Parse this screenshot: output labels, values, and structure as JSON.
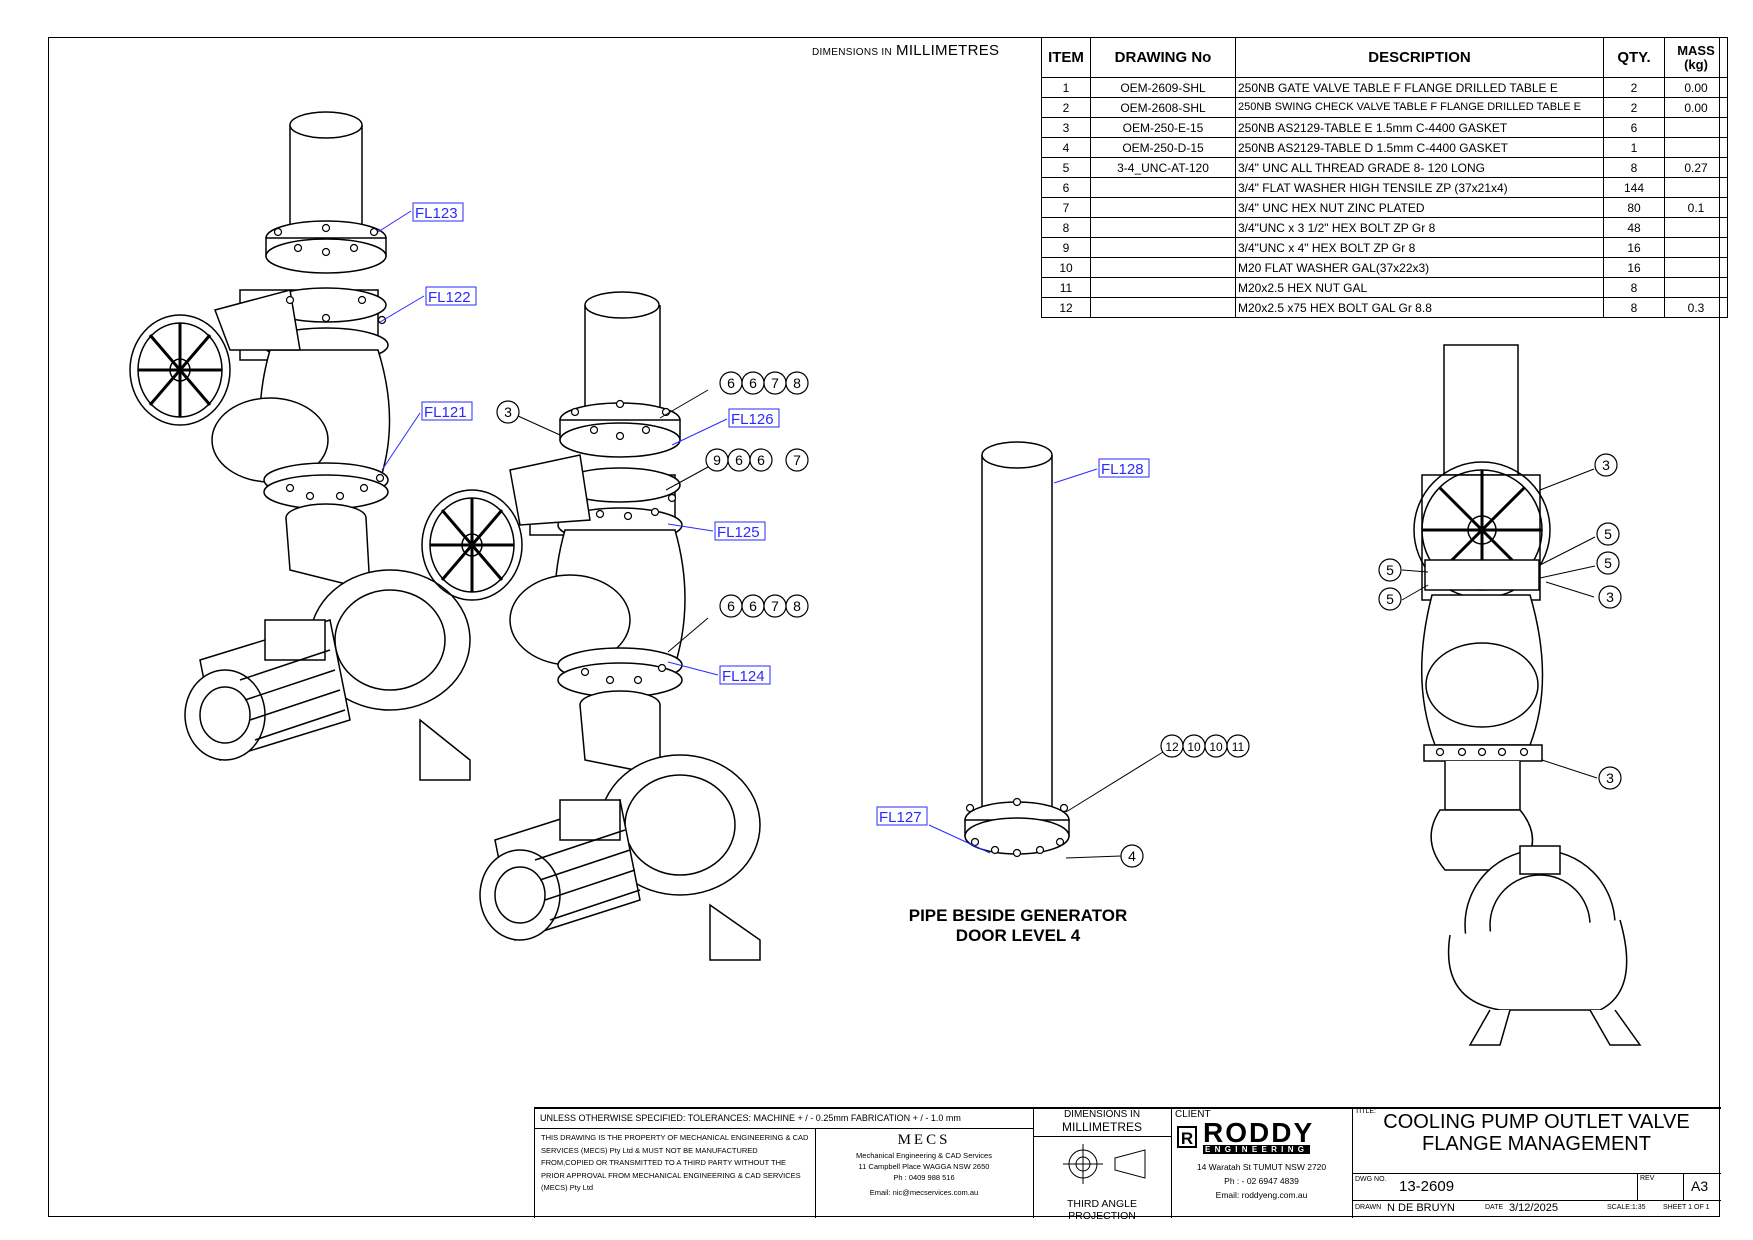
{
  "header": {
    "dims_prefix": "DIMENSIONS IN",
    "dims_unit": "MILLIMETRES"
  },
  "bom": {
    "headers": [
      "ITEM",
      "DRAWING No",
      "DESCRIPTION",
      "QTY.",
      "MASS (kg)"
    ],
    "rows": [
      {
        "item": "1",
        "drawing": "OEM-2609-SHL",
        "description": "250NB GATE VALVE TABLE F FLANGE DRILLED TABLE E",
        "qty": "2",
        "mass": "0.00"
      },
      {
        "item": "2",
        "drawing": "OEM-2608-SHL",
        "description": "250NB SWING CHECK VALVE TABLE F FLANGE DRILLED TABLE E",
        "qty": "2",
        "mass": "0.00"
      },
      {
        "item": "3",
        "drawing": "OEM-250-E-15",
        "description": "250NB AS2129-TABLE E 1.5mm C-4400 GASKET",
        "qty": "6",
        "mass": ""
      },
      {
        "item": "4",
        "drawing": "OEM-250-D-15",
        "description": "250NB AS2129-TABLE D 1.5mm C-4400 GASKET",
        "qty": "1",
        "mass": ""
      },
      {
        "item": "5",
        "drawing": "3-4_UNC-AT-120",
        "description": "3/4\" UNC ALL THREAD GRADE 8- 120 LONG",
        "qty": "8",
        "mass": "0.27"
      },
      {
        "item": "6",
        "drawing": "",
        "description": "3/4\" FLAT WASHER HIGH TENSILE ZP (37x21x4)",
        "qty": "144",
        "mass": ""
      },
      {
        "item": "7",
        "drawing": "",
        "description": "3/4\" UNC HEX NUT ZINC PLATED",
        "qty": "80",
        "mass": "0.1"
      },
      {
        "item": "8",
        "drawing": "",
        "description": "3/4\"UNC x 3 1/2\" HEX BOLT ZP Gr 8",
        "qty": "48",
        "mass": ""
      },
      {
        "item": "9",
        "drawing": "",
        "description": "3/4\"UNC x 4\" HEX BOLT ZP Gr 8",
        "qty": "16",
        "mass": ""
      },
      {
        "item": "10",
        "drawing": "",
        "description": "M20 FLAT WASHER GAL(37x22x3)",
        "qty": "16",
        "mass": ""
      },
      {
        "item": "11",
        "drawing": "",
        "description": "M20x2.5 HEX NUT GAL",
        "qty": "8",
        "mass": ""
      },
      {
        "item": "12",
        "drawing": "",
        "description": "M20x2.5 x75 HEX BOLT GAL Gr 8.8",
        "qty": "8",
        "mass": "0.3"
      }
    ]
  },
  "tags": {
    "fl121": "FL121",
    "fl122": "FL122",
    "fl123": "FL123",
    "fl124": "FL124",
    "fl125": "FL125",
    "fl126": "FL126",
    "fl127": "FL127",
    "fl128": "FL128"
  },
  "balloons": {
    "b3": "3",
    "b4": "4",
    "b5": "5",
    "b6": "6",
    "b7": "7",
    "b8": "8",
    "b9": "9",
    "b10": "10",
    "b11": "11",
    "b12": "12"
  },
  "view_caption": {
    "line1": "PIPE BESIDE GENERATOR",
    "line2": "DOOR LEVEL 4"
  },
  "title_block": {
    "tolerances": "UNLESS OTHERWISE SPECIFIED: TOLERANCES: MACHINE + / - 0.25mm  FABRICATION + / - 1.0 mm",
    "property_notice": "THIS DRAWING IS THE PROPERTY OF MECHANICAL ENGINEERING & CAD SERVICES (MECS) Pty Ltd & MUST NOT BE MANUFACTURED FROM,COPIED OR TRANSMITTED TO A THIRD PARTY WITHOUT THE PRIOR APPROVAL FROM MECHANICAL ENGINEERING & CAD SERVICES (MECS) Pty Ltd",
    "mecs_logo": "MECS",
    "mecs_name": "Mechanical Engineering & CAD Services",
    "mecs_address": "11 Campbell Place WAGGA NSW 2650",
    "mecs_phone": "Ph : 0409 988 516",
    "mecs_email": "Email: nic@mecservices.com.au",
    "dims_label": "DIMENSIONS IN",
    "dims_unit": "MILLIMETRES",
    "projection": "THIRD ANGLE PROJECTION",
    "client_label": "CLIENT",
    "client_logo_big": "RODDY",
    "client_logo_small": "ENGINEERING",
    "client_address": "14 Waratah St TUMUT NSW 2720",
    "client_phone": "Ph : - 02 6947 4839",
    "client_email": "Email: roddyeng.com.au",
    "title_label": "TITLE:",
    "title_line1": "COOLING PUMP OUTLET VALVE",
    "title_line2": "FLANGE MANAGEMENT",
    "dwg_label": "DWG NO.",
    "dwg_no": "13-2609",
    "rev_label": "REV",
    "size": "A3",
    "drawn_label": "DRAWN",
    "drawn_by": "N DE BRUYN",
    "date_label": "DATE",
    "date": "3/12/2025",
    "scale": "SCALE:1:35",
    "sheet": "SHEET 1 OF 1"
  }
}
